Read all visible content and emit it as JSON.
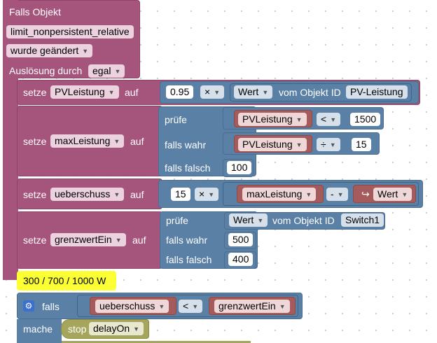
{
  "trigger": {
    "header": "Falls Objekt",
    "object_id": "limit_nonpersistent_relative",
    "event": "wurde geändert",
    "trigger_label": "Auslösung durch",
    "trigger_value": "egal"
  },
  "blocks": {
    "set_label": "setze",
    "to_label": "auf",
    "pv": {
      "var": "PVLeistung",
      "factor": "0.95",
      "op": "×",
      "value_type": "Wert",
      "from_object_label": "vom Objekt ID",
      "object": "PV-Leistung"
    },
    "max": {
      "var": "maxLeistung",
      "check_label": "prüfe",
      "if_true_label": "falls wahr",
      "if_false_label": "falls falsch",
      "cond_var": "PVLeistung",
      "cond_op": "<",
      "cond_value": "1500",
      "true_var": "PVLeistung",
      "true_op": "÷",
      "true_value": "15",
      "false_value": "100"
    },
    "ueber": {
      "var": "ueberschuss",
      "factor": "15",
      "op": "×",
      "minuend": "maxLeistung",
      "minus_op": "-",
      "arrow": "↪",
      "value": "Wert"
    },
    "grenz": {
      "var": "grenzwertEin",
      "check_label": "prüfe",
      "if_true_label": "falls wahr",
      "if_false_label": "falls falsch",
      "value_type": "Wert",
      "from_object_label": "vom Objekt ID",
      "object": "Switch1",
      "true_value": "500",
      "false_value": "400"
    },
    "comment": "300 / 700 / 1000 W",
    "if_block": {
      "if_label": "falls",
      "left": "ueberschuss",
      "op": "<",
      "right": "grenzwertEin",
      "do_label": "mache",
      "stop_label": "stop",
      "timer": "delayOn"
    }
  }
}
